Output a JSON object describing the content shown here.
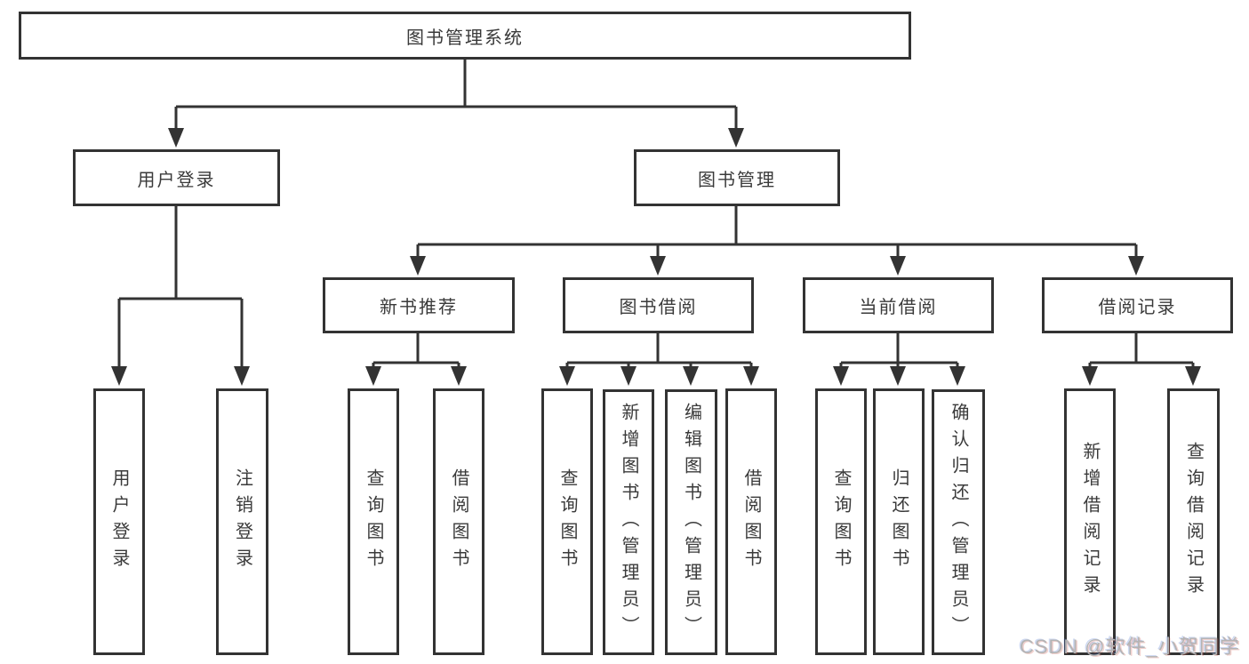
{
  "diagram": {
    "root": "图书管理系统",
    "level2": [
      "用户登录",
      "图书管理"
    ],
    "level3": [
      "新书推荐",
      "图书借阅",
      "当前借阅",
      "借阅记录"
    ],
    "leaves": {
      "user_login": [
        "用户登录",
        "注销登录"
      ],
      "new_book": [
        "查询图书",
        "借阅图书"
      ],
      "book_borrow": [
        "查询图书",
        "新增图书（管理员）",
        "编辑图书（管理员）",
        "借阅图书"
      ],
      "current_borrow": [
        "查询图书",
        "归还图书",
        "确认归还（管理员）"
      ],
      "borrow_records": [
        "新增借阅记录",
        "查询借阅记录"
      ]
    }
  },
  "watermark": "CSDN @软件_小贺同学",
  "colors": {
    "line": "#333333",
    "text": "#3a3a3a",
    "background": "#ffffff",
    "watermark": "#b4b4b4"
  }
}
